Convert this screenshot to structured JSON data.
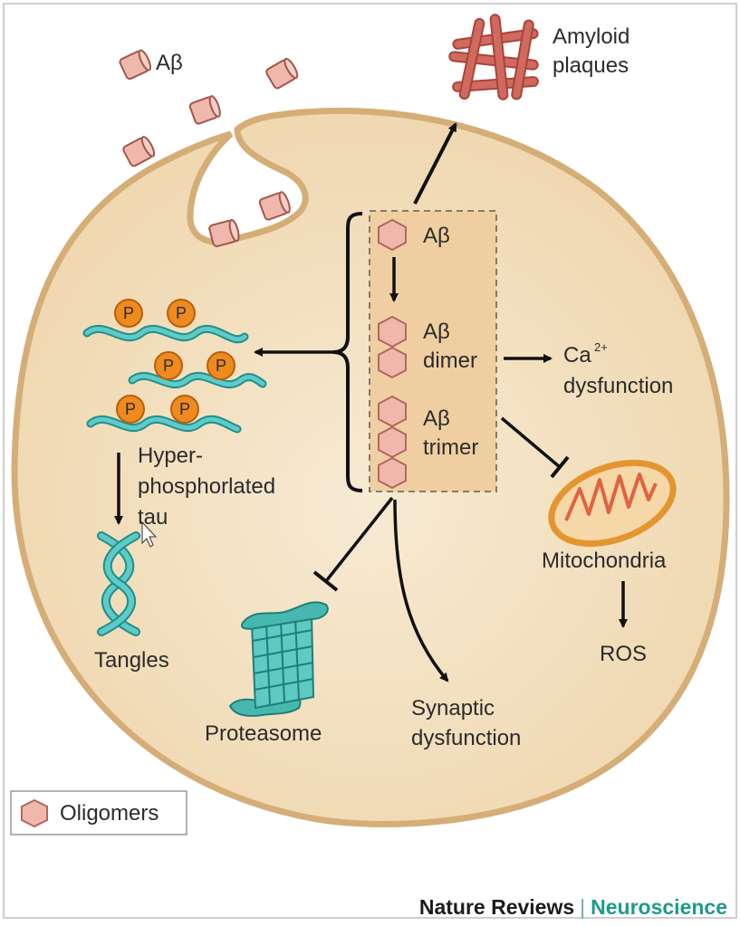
{
  "labels": {
    "abeta_outside": "Aβ",
    "amyloid_line1": "Amyloid",
    "amyloid_line2": "plaques",
    "abeta_monomer": "Aβ",
    "abeta_dimer_1": "Aβ",
    "abeta_dimer_2": "dimer",
    "abeta_trimer_1": "Aβ",
    "abeta_trimer_2": "trimer",
    "calcium_main": "Ca",
    "calcium_sup": "2+",
    "calcium_line2": "dysfunction",
    "phospho_mark": "P",
    "tau_line1": "Hyper-",
    "tau_line2": "phosphorlated",
    "tau_line3": "tau",
    "tangles": "Tangles",
    "mitochondria": "Mitochondria",
    "ros": "ROS",
    "proteasome": "Proteasome",
    "synaptic_line1": "Synaptic",
    "synaptic_line2": "dysfunction",
    "legend": "Oligomers"
  },
  "footer": {
    "journal": "Nature Reviews",
    "separator": "|",
    "section": "Neuroscience"
  },
  "colors": {
    "cell_fill": "#f3dfbe",
    "cell_border": "#d8b27e",
    "oligomer_fill": "#f0b7ad",
    "plaque": "#c9594f",
    "phosphate": "#ee8a1e",
    "tau": "#3bb3b0",
    "mitochondria": "#f0a44a",
    "accent_text": "#1f9a8c"
  }
}
